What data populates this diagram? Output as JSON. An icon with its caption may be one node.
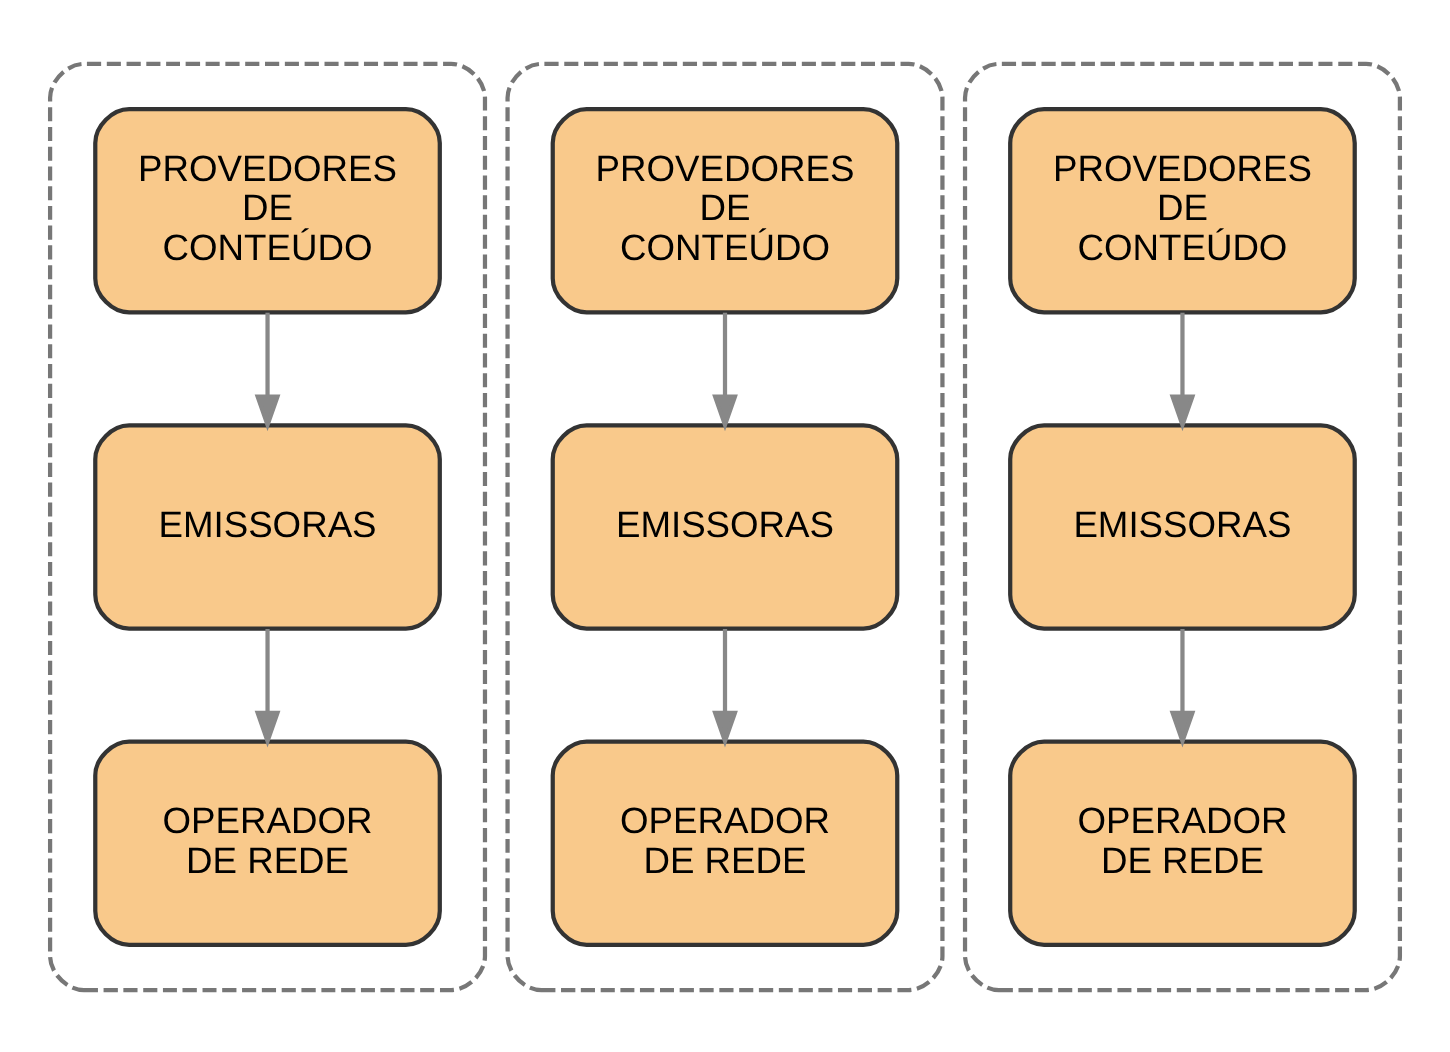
{
  "diagram": {
    "nodes": [
      {
        "text": [],
        "shape": "box"
      },
      {
        "text": [
          "PROVEDORES DE CONTEÚDO"
        ],
        "in": 0
      },
      {
        "text": [
          "EMISSORAS"
        ],
        "in": 0
      },
      {
        "text": [
          "OPERADOR DE REDE"
        ],
        "in": 0
      },
      {
        "text": [],
        "shape": "box"
      },
      {
        "text": [
          "PROVEDORES DE CONTEÚDO"
        ],
        "in": 4
      },
      {
        "text": [
          "EMISSORAS"
        ],
        "in": 4
      },
      {
        "text": [
          "OPERADOR DE REDE"
        ],
        "in": 4
      },
      {
        "text": [],
        "shape": "box"
      },
      {
        "text": [
          "PROVEDORES DE CONTEÚDO"
        ],
        "in": 8
      },
      {
        "text": [
          "EMISSORAS"
        ],
        "in": 8
      },
      {
        "text": [
          "OPERADOR DE REDE"
        ],
        "in": 8
      }
    ],
    "edges": [
      {
        "from": 1,
        "to": 2,
        "arrow": "to"
      },
      {
        "from": 2,
        "to": 3,
        "arrow": "to"
      },
      {
        "from": 5,
        "to": 6,
        "arrow": "to"
      },
      {
        "from": 6,
        "to": 7,
        "arrow": "to"
      },
      {
        "from": 9,
        "to": 10,
        "arrow": "to"
      },
      {
        "from": 10,
        "to": 11,
        "arrow": "to"
      }
    ]
  }
}
